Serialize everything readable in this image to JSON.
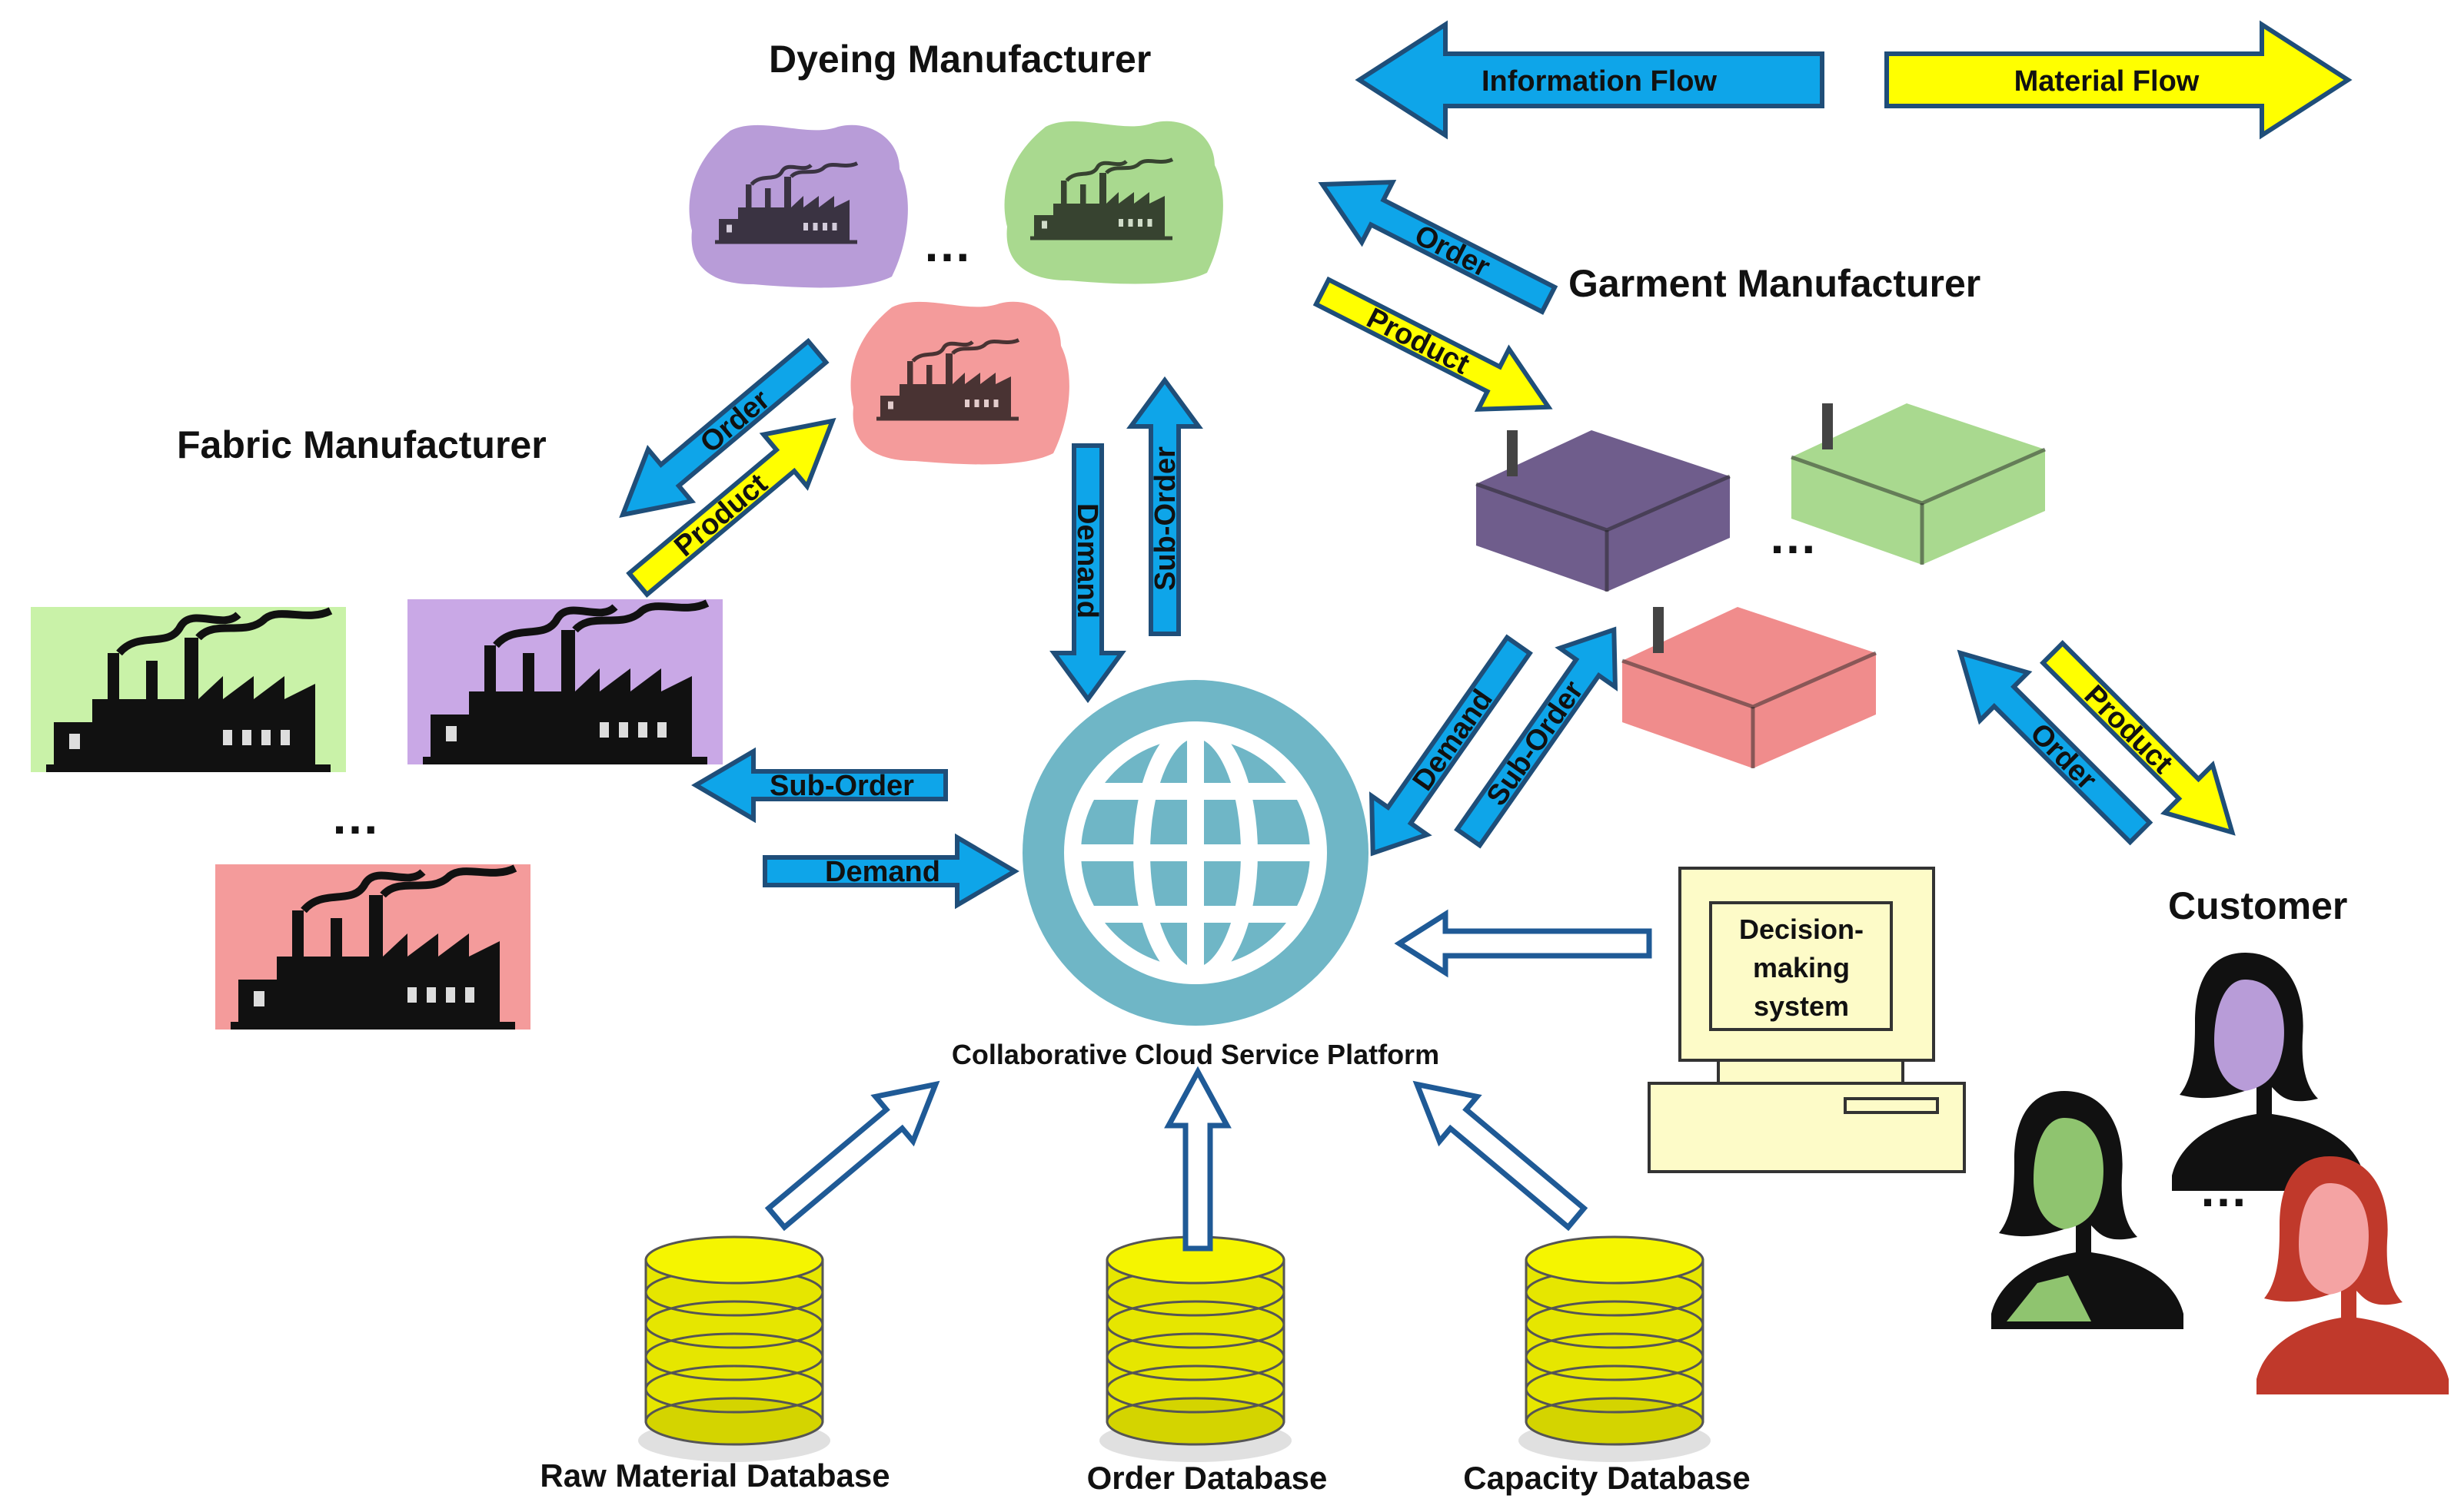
{
  "legend": {
    "information_flow": "Information Flow",
    "material_flow": "Material Flow"
  },
  "nodes": {
    "dyeing": "Dyeing Manufacturer",
    "garment": "Garment Manufacturer",
    "fabric": "Fabric Manufacturer",
    "customer": "Customer",
    "platform": "Collaborative Cloud Service Platform",
    "decision_system": [
      "Decision-",
      "making",
      "system"
    ]
  },
  "flows": {
    "order": "Order",
    "product": "Product",
    "demand": "Demand",
    "sub_order": "Sub-Order"
  },
  "databases": {
    "raw_material": "Raw Material Database",
    "order": "Order Database",
    "capacity": "Capacity Database"
  },
  "ellipsis": "…",
  "colors": {
    "information_flow": "#0ea5e9",
    "material_flow": "#ffff00",
    "outline": "#1f4e79",
    "platform": "#6fb6c6",
    "database": "#e6e600",
    "purple": "#b89cd8",
    "green": "#b5e29a",
    "red": "#f49b9b",
    "computer": "#fdfbc8"
  },
  "icons": [
    "factory-icon",
    "warehouse-icon",
    "globe-icon",
    "database-icon",
    "computer-icon",
    "person-icon"
  ]
}
